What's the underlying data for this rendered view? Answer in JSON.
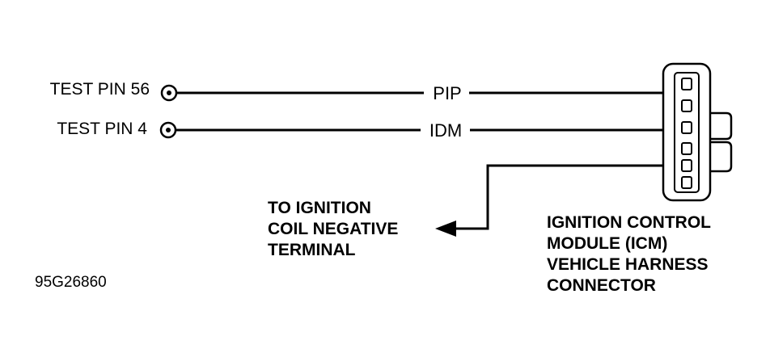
{
  "pins": [
    {
      "label": "TEST PIN 56",
      "signal": "PIP"
    },
    {
      "label": "TEST PIN 4",
      "signal": "IDM"
    }
  ],
  "coil": {
    "lines": [
      "TO IGNITION",
      "COIL NEGATIVE",
      "TERMINAL"
    ]
  },
  "connector": {
    "lines": [
      "IGNITION CONTROL",
      "MODULE (ICM)",
      "VEHICLE HARNESS",
      "CONNECTOR"
    ]
  },
  "figure_id": "95G26860"
}
